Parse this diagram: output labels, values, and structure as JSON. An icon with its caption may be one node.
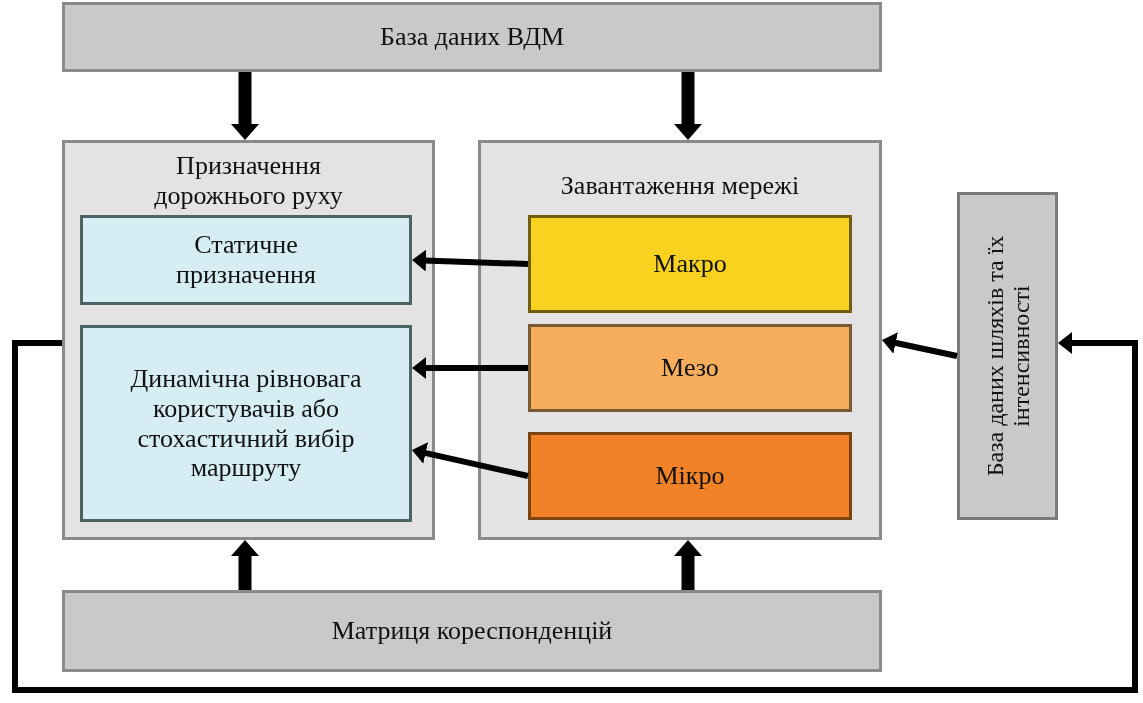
{
  "diagram": {
    "nodes": [
      {
        "text": [
          "База даних ВДМ"
        ]
      },
      {
        "text": [
          "Призначення дорожнього руху"
        ]
      },
      {
        "text": [
          "Статичне призначення"
        ],
        "in": 1
      },
      {
        "text": [
          "Динамічна рівновага користувачів або стохастичний вибір маршруту"
        ],
        "in": 1
      },
      {
        "text": [
          "Завантаження мережі"
        ]
      },
      {
        "text": [
          "Макро"
        ],
        "in": 4
      },
      {
        "text": [
          "Мезо"
        ],
        "in": 4
      },
      {
        "text": [
          "Мікро"
        ],
        "in": 4
      },
      {
        "text": [
          "База даних шляхів та їх інтенсивності"
        ]
      },
      {
        "text": [
          "Матриця кореспонденцій"
        ]
      }
    ],
    "edges": [
      {
        "from": 0,
        "to": 1,
        "arrow": "to",
        "style": "thick"
      },
      {
        "from": 0,
        "to": 4,
        "arrow": "to",
        "style": "thick"
      },
      {
        "from": 5,
        "to": 2,
        "arrow": "to"
      },
      {
        "from": 6,
        "to": 3,
        "arrow": "to"
      },
      {
        "from": 7,
        "to": 3,
        "arrow": "to"
      },
      {
        "from": 9,
        "to": 1,
        "arrow": "to",
        "style": "thick"
      },
      {
        "from": 9,
        "to": 4,
        "arrow": "to",
        "style": "thick"
      },
      {
        "from": 8,
        "to": 4,
        "arrow": "to"
      },
      {
        "from": 1,
        "to": 8,
        "arrow": "to"
      }
    ]
  }
}
